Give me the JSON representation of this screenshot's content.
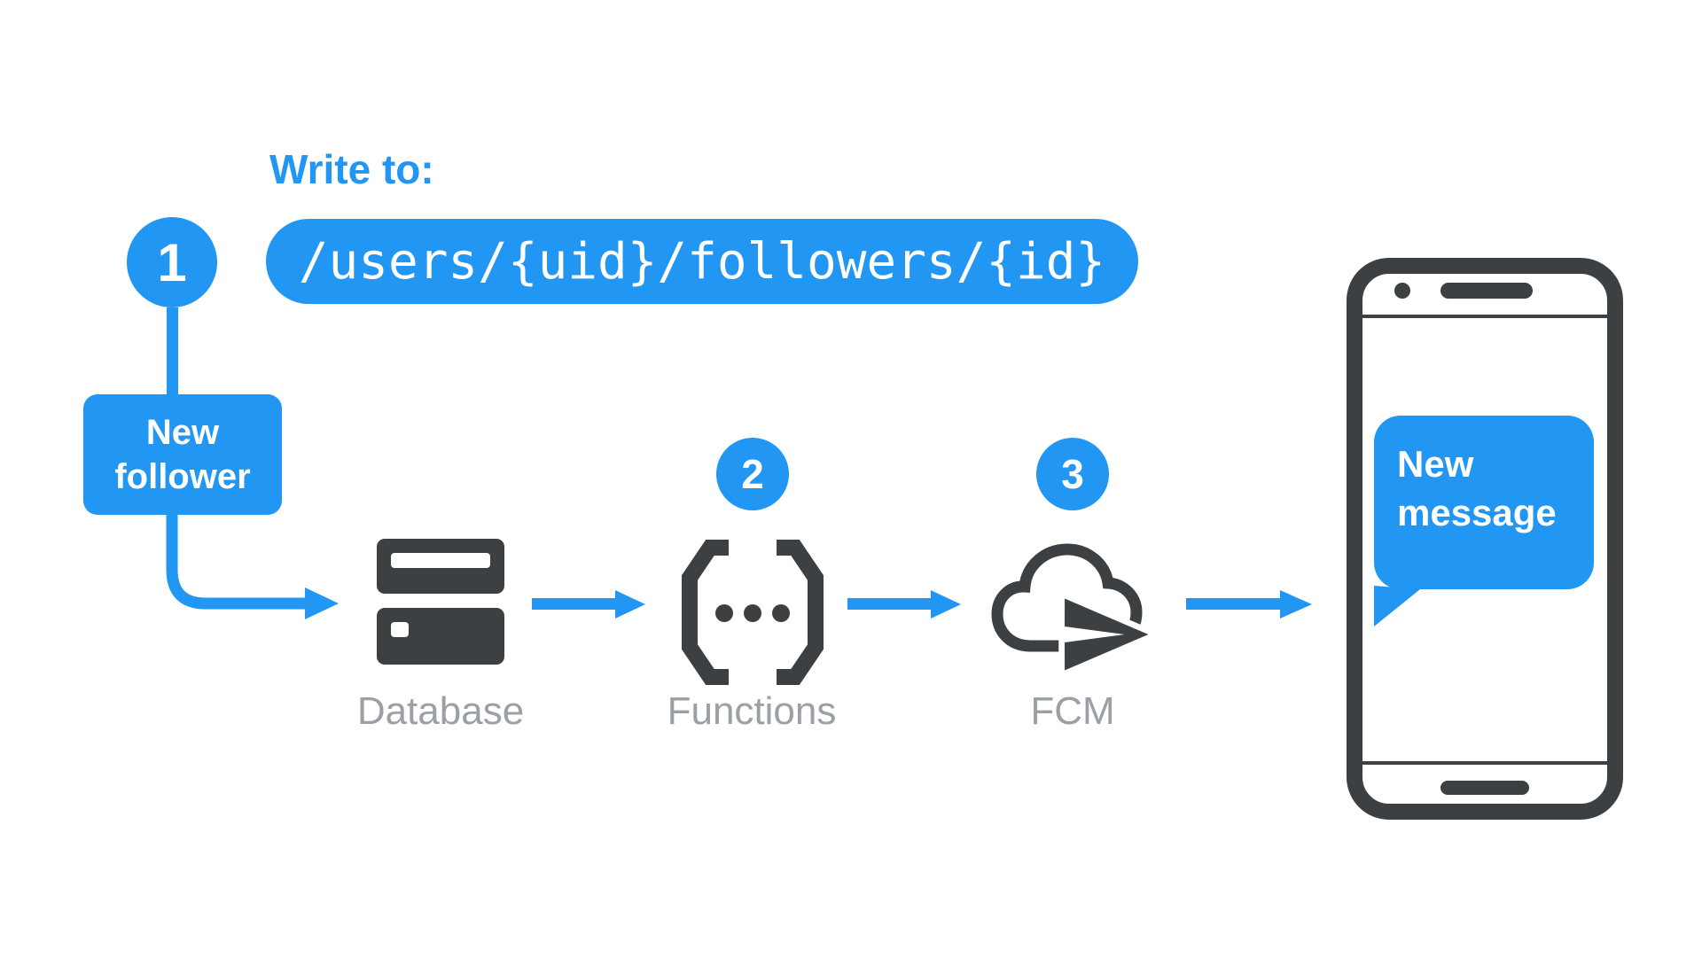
{
  "header": {
    "write_to": "Write to:",
    "path": "/users/{uid}/followers/{id}"
  },
  "steps": {
    "step1": "1",
    "step2": "2",
    "step3": "3"
  },
  "nodes": {
    "new_follower": "New follower",
    "database": "Database",
    "functions": "Functions",
    "fcm": "FCM"
  },
  "phone": {
    "message": "New message"
  },
  "colors": {
    "accent_blue": "#2196F3",
    "icon_dark": "#3C4043",
    "label_gray": "#9AA0A6"
  }
}
